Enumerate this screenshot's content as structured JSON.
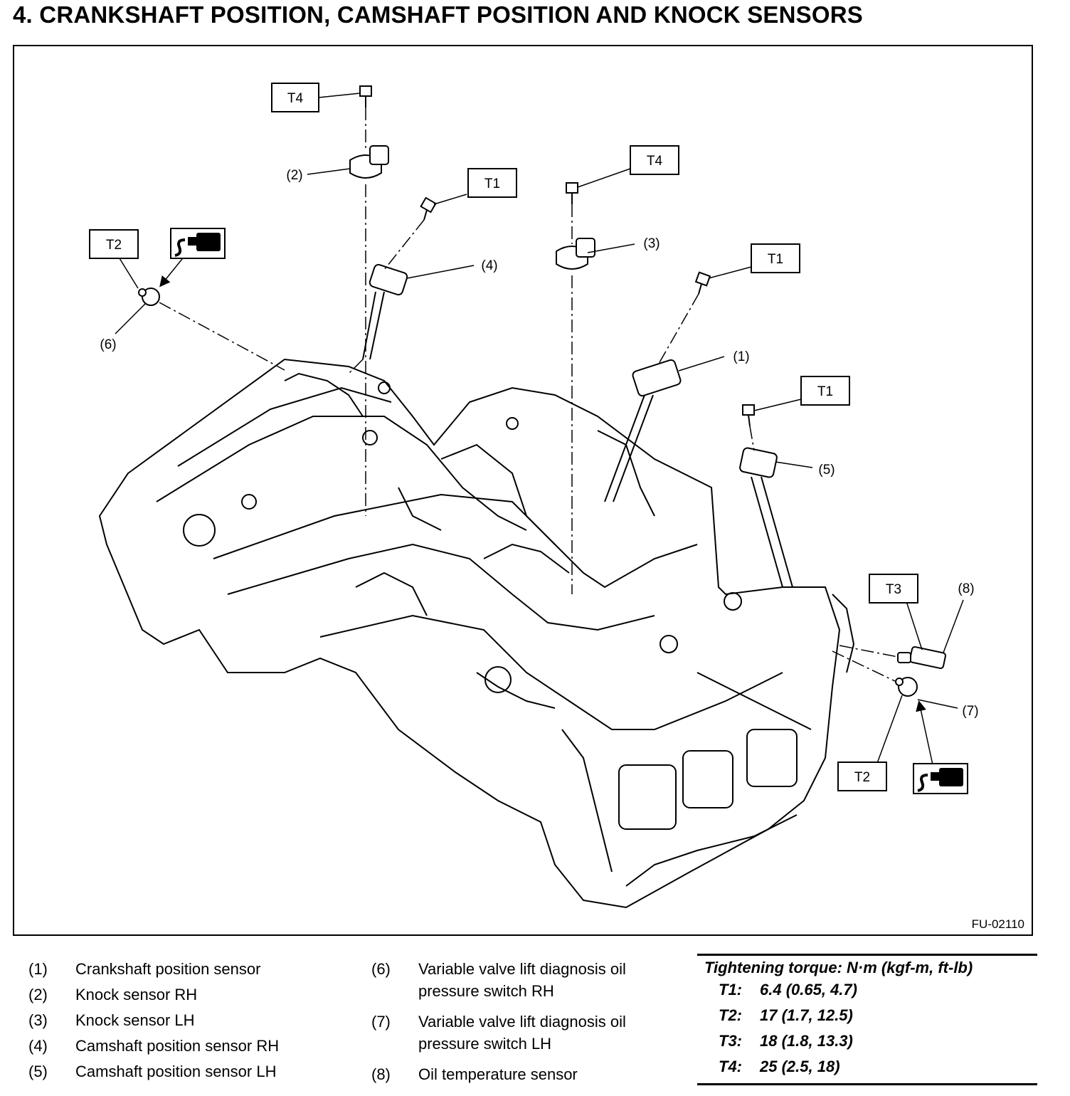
{
  "title": "4.  CRANKSHAFT POSITION, CAMSHAFT POSITION AND KNOCK SENSORS",
  "figure_code": "FU-02110",
  "callouts": {
    "c1": "(1)",
    "c2": "(2)",
    "c3": "(3)",
    "c4": "(4)",
    "c5": "(5)",
    "c6": "(6)",
    "c7": "(7)",
    "c8": "(8)"
  },
  "torque_tags": {
    "t4a": "T4",
    "t4b": "T4",
    "t1a": "T1",
    "t1b": "T1",
    "t1c": "T1",
    "t2a": "T2",
    "t2b": "T2",
    "t3": "T3"
  },
  "legend_left": [
    {
      "num": "(1)",
      "label": "Crankshaft position sensor"
    },
    {
      "num": "(2)",
      "label": "Knock sensor RH"
    },
    {
      "num": "(3)",
      "label": "Knock sensor LH"
    },
    {
      "num": "(4)",
      "label": "Camshaft position sensor RH"
    },
    {
      "num": "(5)",
      "label": "Camshaft position sensor LH"
    }
  ],
  "legend_right": [
    {
      "num": "(6)",
      "label": "Variable valve lift diagnosis oil pressure switch RH"
    },
    {
      "num": "(7)",
      "label": "Variable valve lift diagnosis oil pressure switch LH"
    },
    {
      "num": "(8)",
      "label": "Oil temperature sensor"
    }
  ],
  "torque_table": {
    "heading": "Tightening torque: N·m (kgf-m, ft-lb)",
    "rows": [
      {
        "code": "T1:",
        "value": "6.4 (0.65, 4.7)"
      },
      {
        "code": "T2:",
        "value": "17 (1.7, 12.5)"
      },
      {
        "code": "T3:",
        "value": "18 (1.8, 13.3)"
      },
      {
        "code": "T4:",
        "value": "25 (2.5, 18)"
      }
    ]
  },
  "icons": [
    "sealant-icon",
    "sealant-icon"
  ]
}
